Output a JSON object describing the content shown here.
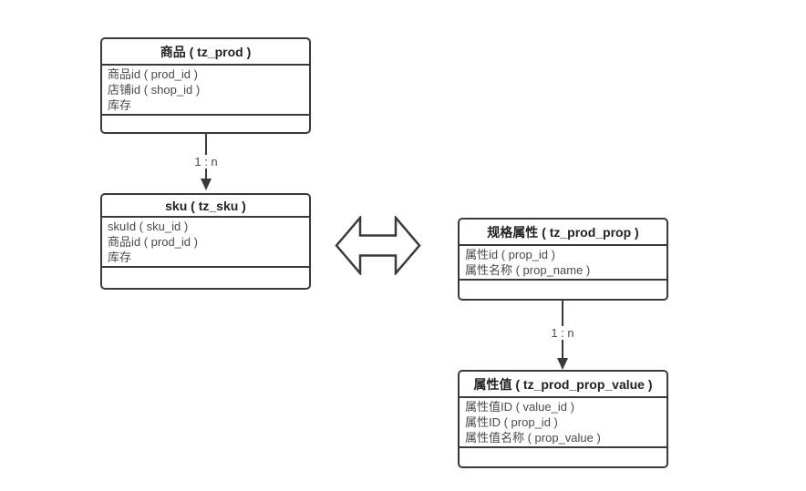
{
  "diagram": {
    "background": "#ffffff",
    "stroke_color": "#3a3a3a",
    "title_color": "#222222",
    "row_text_color": "#4a4a4a"
  },
  "entities": [
    {
      "title": "商品 ( tz_prod )",
      "rows": [
        "商品id ( prod_id )",
        "店铺id ( shop_id )",
        "库存"
      ]
    },
    {
      "title": "sku ( tz_sku )",
      "rows": [
        "skuId ( sku_id )",
        "商品id ( prod_id )",
        "库存"
      ]
    },
    {
      "title": "规格属性 ( tz_prod_prop )",
      "rows": [
        "属性id ( prop_id )",
        "属性名称 ( prop_name )"
      ]
    },
    {
      "title": "属性值 ( tz_prod_prop_value )",
      "rows": [
        "属性值ID ( value_id )",
        "属性ID ( prop_id )",
        "属性值名称 ( prop_value )"
      ]
    }
  ],
  "connectors": [
    {
      "label": "1 : n"
    },
    {
      "label": "1 : n"
    }
  ]
}
